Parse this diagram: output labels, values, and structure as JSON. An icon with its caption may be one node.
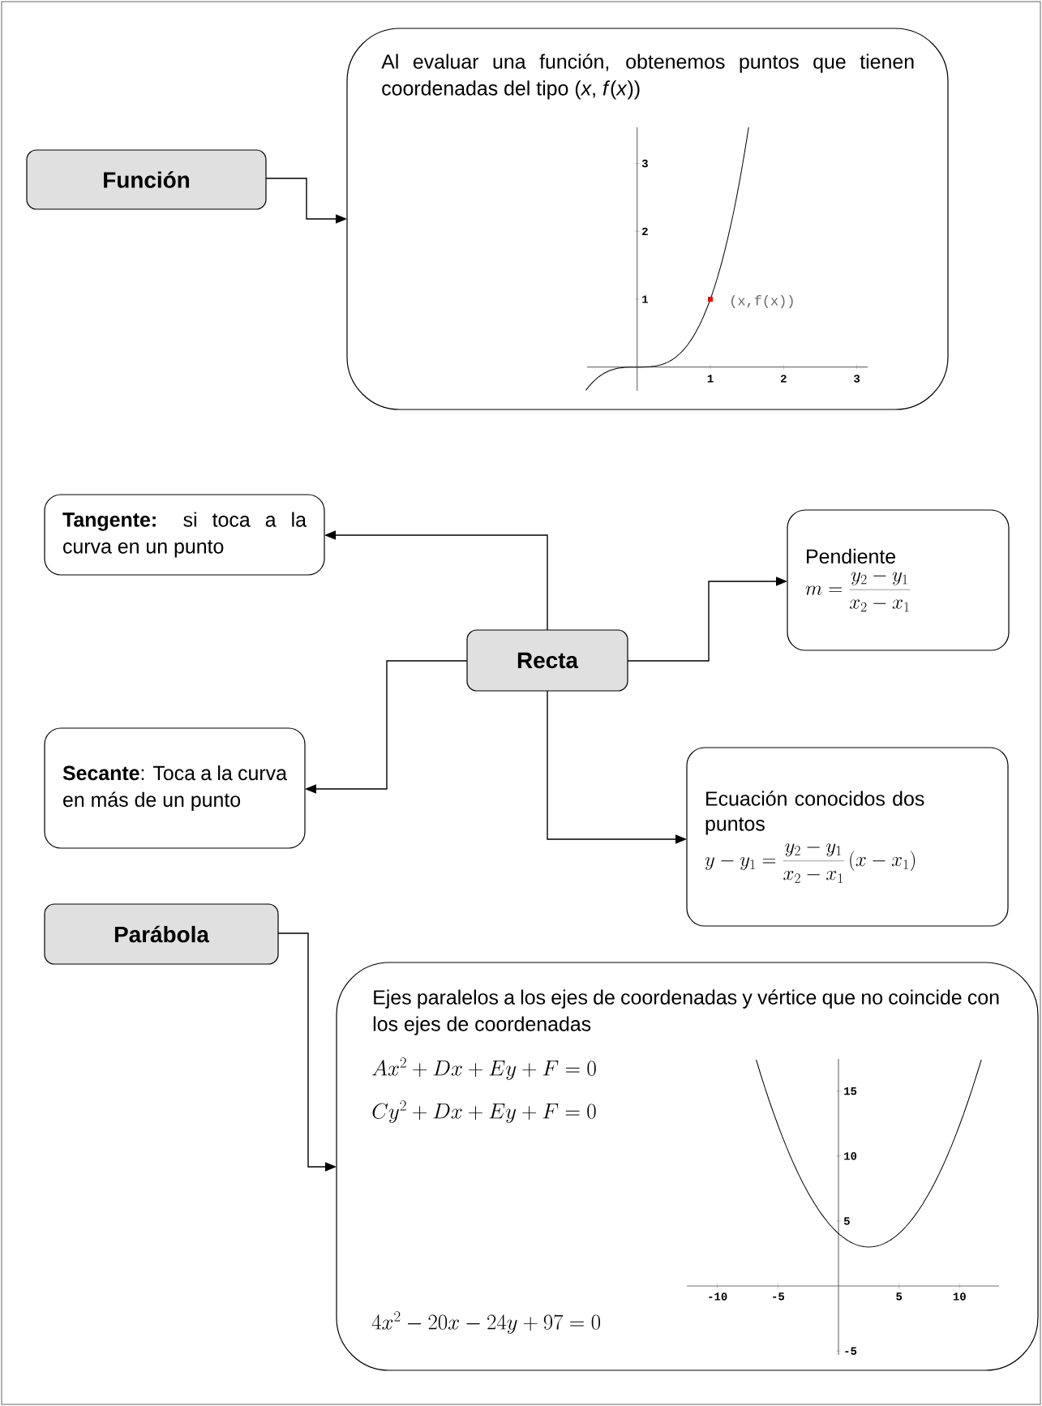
{
  "diagram": {
    "nodes": [
      {
        "text": [
          "Función"
        ]
      },
      {
        "text": [
          "Al evaluar una función, obtenemos puntos que tienen coordenadas del tipo (*x*, *f*(*x*))"
        ]
      },
      {
        "text": [
          "**Tangente:** si toca a la curva en un punto"
        ]
      },
      {
        "text": [
          "Pendiente",
          "m=\\frac{y_2-y_1}{x_2-x_1}"
        ]
      },
      {
        "text": [
          "Recta"
        ]
      },
      {
        "text": [
          "**Secante**: Toca a la curva en más de un punto"
        ]
      },
      {
        "text": [
          "Ecuación conocidos dos puntos",
          "y-y_1=\\frac{y_2-y_1}{x_2-x_1}\\left(x-x_1\\right)"
        ]
      },
      {
        "text": [
          "Parábola"
        ]
      },
      {
        "text": [
          "Ejes paralelos a los ejes de coordenadas y vértice que no coincide con los ejes de coordenadas",
          "Ax^2+Dx+Ey+F=0",
          "Cy^2+Dx+Ey+F=0",
          "4x^2-20x-24y+97=0"
        ]
      }
    ],
    "edges": [
      {
        "from": 0,
        "to": 1,
        "arrow": "to"
      },
      {
        "from": 4,
        "to": 2,
        "arrow": "to"
      },
      {
        "from": 4,
        "to": 3,
        "arrow": "to"
      },
      {
        "from": 4,
        "to": 5,
        "arrow": "to"
      },
      {
        "from": 4,
        "to": 6,
        "arrow": "to"
      },
      {
        "from": 7,
        "to": 8,
        "arrow": "to"
      }
    ],
    "labels": [
      "3",
      "2",
      "1",
      "(x,f(x))",
      "1",
      "2",
      "3",
      "15",
      "10",
      "5",
      "-10",
      "-5",
      "5",
      "10",
      "-5"
    ]
  }
}
